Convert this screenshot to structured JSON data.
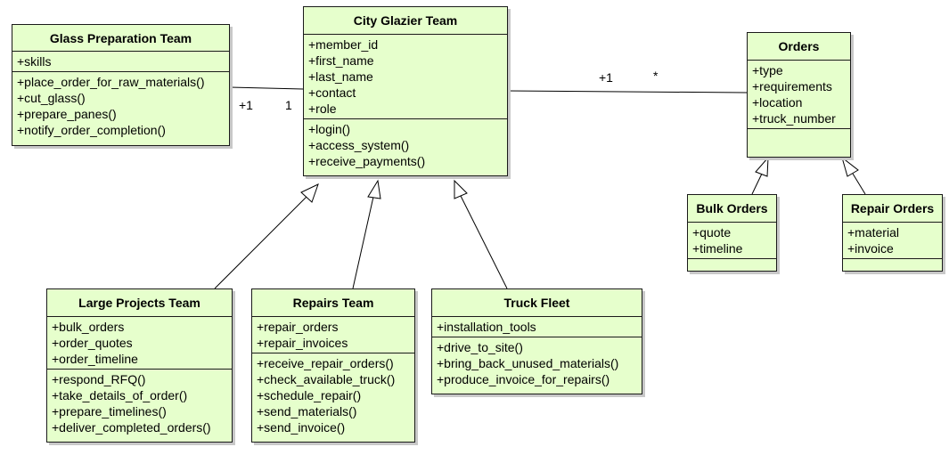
{
  "classes": {
    "glass_prep": {
      "name": "Glass Preparation Team",
      "attributes": [
        "+skills"
      ],
      "methods": [
        "+place_order_for_raw_materials()",
        "+cut_glass()",
        "+prepare_panes()",
        "+notify_order_completion()"
      ]
    },
    "city_glazier": {
      "name": "City Glazier Team",
      "attributes": [
        "+member_id",
        "+first_name",
        "+last_name",
        "+contact",
        "+role"
      ],
      "methods": [
        "+login()",
        "+access_system()",
        "+receive_payments()"
      ]
    },
    "orders": {
      "name": "Orders",
      "attributes": [
        "+type",
        "+requirements",
        "+location",
        "+truck_number"
      ],
      "methods": []
    },
    "bulk_orders": {
      "name": "Bulk Orders",
      "attributes": [
        "+quote",
        "+timeline"
      ],
      "methods": []
    },
    "repair_orders": {
      "name": "Repair Orders",
      "attributes": [
        "+material",
        "+invoice"
      ],
      "methods": []
    },
    "large_projects": {
      "name": "Large Projects Team",
      "attributes": [
        "+bulk_orders",
        "+order_quotes",
        "+order_timeline"
      ],
      "methods": [
        "+respond_RFQ()",
        "+take_details_of_order()",
        "+prepare_timelines()",
        "+deliver_completed_orders()"
      ]
    },
    "repairs_team": {
      "name": "Repairs Team",
      "attributes": [
        "+repair_orders",
        "+repair_invoices"
      ],
      "methods": [
        "+receive_repair_orders()",
        "+check_available_truck()",
        "+schedule_repair()",
        "+send_materials()",
        "+send_invoice()"
      ]
    },
    "truck_fleet": {
      "name": "Truck Fleet",
      "attributes": [
        "+installation_tools"
      ],
      "methods": [
        "+drive_to_site()",
        "+bring_back_unused_materials()",
        "+produce_invoice_for_repairs()"
      ]
    }
  },
  "multiplicities": {
    "glass_side": "+1",
    "glazier_side": "1",
    "orders_left": "+1",
    "orders_right": "*"
  },
  "colors": {
    "class_fill": "#e6ffcc",
    "border": "#1a1a1a"
  }
}
